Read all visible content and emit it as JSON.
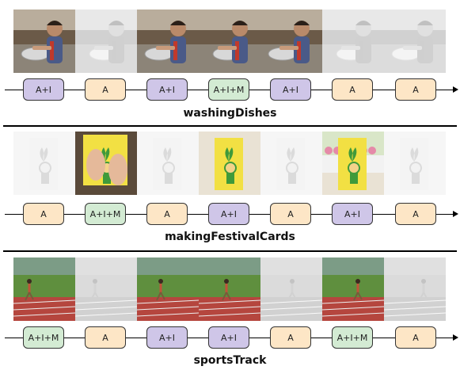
{
  "colors": {
    "A": "#fde6c6",
    "A+I": "#cfc6e8",
    "A+I+M": "#d3ebd3"
  },
  "sections": [
    {
      "caption": "washingDishes",
      "scene": "kitchen",
      "frames": [
        {
          "faded": false
        },
        {
          "faded": true
        },
        {
          "faded": false
        },
        {
          "faded": false
        },
        {
          "faded": false
        },
        {
          "faded": true
        },
        {
          "faded": true
        }
      ],
      "nodes": [
        "A+I",
        "A",
        "A+I",
        "A+I+M",
        "A+I",
        "A",
        "A"
      ]
    },
    {
      "caption": "makingFestivalCards",
      "scene": "card",
      "frames": [
        {
          "faded": true
        },
        {
          "faded": false
        },
        {
          "faded": true
        },
        {
          "faded": false
        },
        {
          "faded": true
        },
        {
          "faded": false
        },
        {
          "faded": true
        }
      ],
      "nodes": [
        "A",
        "A+I+M",
        "A",
        "A+I",
        "A",
        "A+I",
        "A"
      ]
    },
    {
      "caption": "sportsTrack",
      "scene": "track",
      "frames": [
        {
          "faded": false
        },
        {
          "faded": true
        },
        {
          "faded": false
        },
        {
          "faded": false
        },
        {
          "faded": true
        },
        {
          "faded": false
        },
        {
          "faded": true
        }
      ],
      "nodes": [
        "A+I+M",
        "A",
        "A+I",
        "A+I",
        "A",
        "A+I+M",
        "A"
      ]
    }
  ]
}
